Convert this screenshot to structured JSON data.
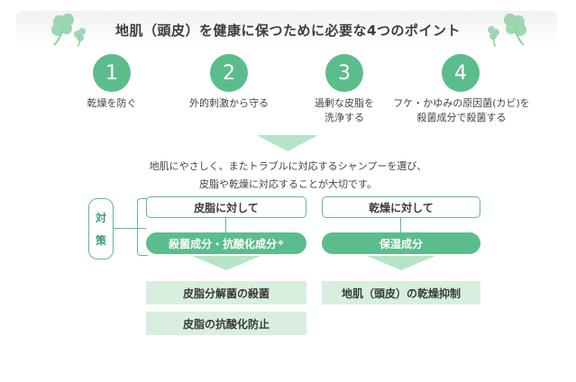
{
  "title": "地肌（頭皮）を健康に保つために必要な4つのポイント",
  "points": [
    {
      "number": "1",
      "label": [
        "乾燥を防ぐ"
      ]
    },
    {
      "number": "2",
      "label": [
        "外的刺激から守る"
      ]
    },
    {
      "number": "3",
      "label": [
        "過剰な皮脂を",
        "洗浄する"
      ]
    },
    {
      "number": "4",
      "label": [
        "フケ・かゆみの原因菌(カビ)を",
        "殺菌成分で殺菌する"
      ]
    }
  ],
  "intro": [
    "地肌にやさしく、またトラブルに対応するシャンプーを選び、",
    "皮脂や乾燥に対応することが大切です。"
  ],
  "measures_label": [
    "対",
    "策"
  ],
  "sebum": {
    "heading": "皮脂に対して",
    "ingredients": "殺菌成分・抗酸化成分",
    "ingredients_mark": "※",
    "results": [
      "皮脂分解菌の殺菌",
      "皮脂の抗酸化防止"
    ]
  },
  "dryness": {
    "heading": "乾燥に対して",
    "ingredients": "保湿成分",
    "results": [
      "地肌（頭皮）の乾燥抑制"
    ]
  },
  "colors": {
    "accent": "#5bbd8b",
    "arrow": "#b7e4c7",
    "result_bg": "#d8efe0"
  },
  "icons": [
    "clover-icon",
    "clover-icon"
  ]
}
